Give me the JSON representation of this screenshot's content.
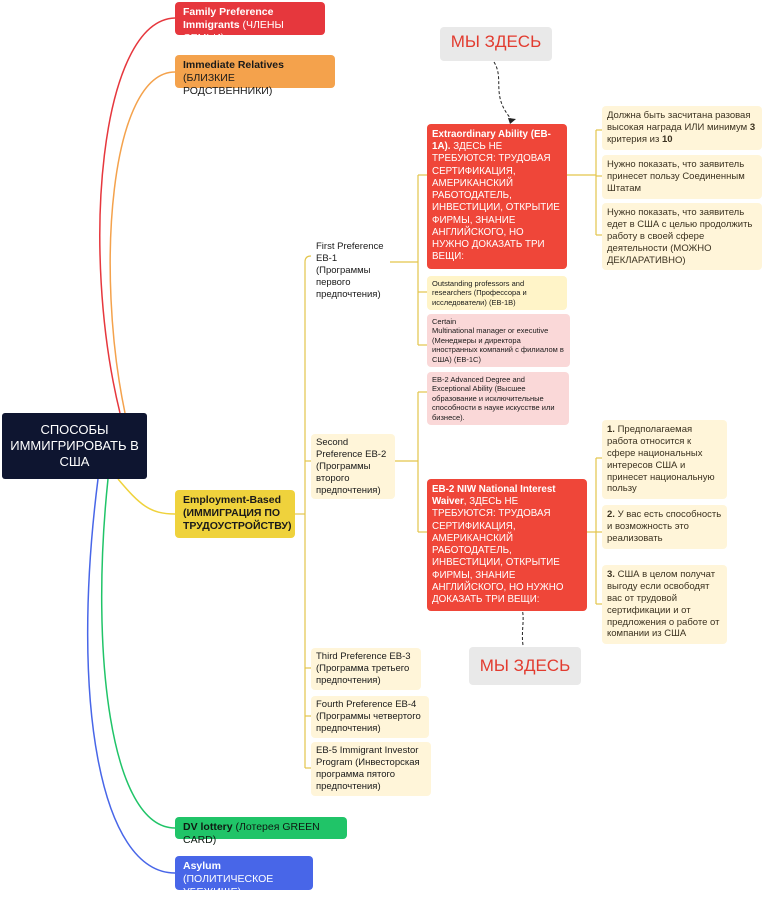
{
  "root": {
    "label": "СПОСОБЫ ИММИГРИРОВАТЬ В США"
  },
  "categories": {
    "family": {
      "label_en": "Family Preference Immigrants",
      "label_ru": "(ЧЛЕНЫ СЕМЬИ)"
    },
    "relatives": {
      "label_en": "Immediate Relatives",
      "label_ru": "(БЛИЗКИЕ РОДСТВЕННИКИ)"
    },
    "employment": {
      "label_en": "Employment-Based",
      "label_ru": "(ИММИГРАЦИЯ ПО ТРУДОУСТРОЙСТВУ)"
    },
    "dv": {
      "label_en": "DV lottery",
      "label_ru": "(Лотерея GREEN CARD)"
    },
    "asylum": {
      "label_en": "Asylum",
      "label_ru": "(ПОЛИТИЧЕСКОЕ УБЕЖИЩЕ)"
    }
  },
  "preferences": {
    "first": {
      "label_en": "First Preference EB-1",
      "label_ru": "(Программы первого предпочтения)"
    },
    "second": {
      "label_en": "Second Preference EB-2",
      "label_ru": "(Программы второго предпочтения)"
    },
    "third": {
      "label_en": "Third Preference EB-3",
      "label_ru": "(Программа третьего предпочтения)"
    },
    "fourth": {
      "label_en": "Fourth Preference EB-4",
      "label_ru": "(Программы четвертого предпочтения)"
    },
    "fifth": {
      "label_en": "EB-5 Immigrant Investor Program",
      "label_ru": "(Инвесторская программа пятого предпочтения)"
    }
  },
  "eb1": {
    "extraordinary": {
      "title": "Extraordinary Ability (EB-1A).",
      "body": "ЗДЕСЬ НЕ ТРЕБУЮТСЯ: ТРУДОВАЯ СЕРТИФИКАЦИЯ, АМЕРИКАНСКИЙ РАБОТОДАТЕЛЬ, ИНВЕСТИЦИИ, ОТКРЫТИЕ ФИРМЫ, ЗНАНИЕ АНГЛИЙСКОГО, НО НУЖНО ДОКАЗАТЬ ТРИ ВЕЩИ:"
    },
    "outstanding": {
      "label_en": "Outstanding professors and researchers",
      "label_ru": "(Профессора и исследователи) (EB-1B)"
    },
    "multinational": {
      "line1": "Certain",
      "line2": "Multinational manager or executive",
      "label_ru": "(Менеджеры и директора иностранных компаний с филиалом в США) (EB-1C)"
    }
  },
  "eb1_notes": {
    "n1": {
      "text": "Должна быть засчитана разовая высокая награда ИЛИ минимум",
      "num1": "3",
      "mid": "критерия из",
      "num2": "10"
    },
    "n2": {
      "text": "Нужно показать, что заявитель принесет пользу Соединенным Штатам"
    },
    "n3": {
      "text": "Нужно показать, что заявитель едет в США с целью продолжить работу в своей сфере деятельности (МОЖНО ДЕКЛАРАТИВНО)"
    }
  },
  "eb2": {
    "advanced": {
      "label_en": "EB-2 Advanced Degree and Exceptional Ability",
      "label_ru": "(Высшее образование и исключительные способности в науке искусстве или бизнесе)."
    },
    "niw": {
      "title": "EB-2 NIW National Interest Waiver",
      "body": ", ЗДЕСЬ НЕ ТРЕБУЮТСЯ: ТРУДОВАЯ СЕРТИФИКАЦИЯ, АМЕРИКАНСКИЙ РАБОТОДАТЕЛЬ, ИНВЕСТИЦИИ, ОТКРЫТИЕ ФИРМЫ, ЗНАНИЕ АНГЛИЙСКОГО, НО НУЖНО ДОКАЗАТЬ ТРИ ВЕЩИ:"
    }
  },
  "niw_notes": {
    "n1": {
      "num": "1.",
      "text": "Предполагаемая работа относится к сфере национальных интересов США и принесет национальную пользу"
    },
    "n2": {
      "num": "2.",
      "text": "У вас есть способность и возможность это реализовать"
    },
    "n3": {
      "num": "3.",
      "text": "США в целом получат выгоду если освободят вас от трудовой сертификации и от предложения о работе от компании из США"
    }
  },
  "markers": {
    "top": "МЫ ЗДЕСЬ",
    "bottom": "МЫ ЗДЕСЬ"
  },
  "colors": {
    "family": "#e6373d",
    "relatives": "#f4a24c",
    "employment": "#efd23c",
    "dv": "#20c468",
    "asylum": "#4866e8",
    "root": "#0e1530",
    "highlight": "#ef4639"
  }
}
